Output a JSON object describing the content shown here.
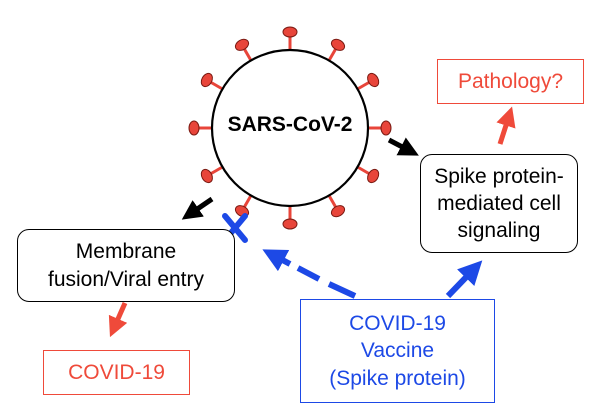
{
  "virus": {
    "label": "SARS-CoV-2",
    "body_color": "#ffffff",
    "outline_color": "#000000",
    "spike_color": "#e8453a"
  },
  "nodes": {
    "pathology": {
      "label": "Pathology?"
    },
    "spike_signaling": {
      "lines": [
        "Spike protein-",
        "mediated cell",
        "signaling"
      ]
    },
    "membrane_fusion": {
      "lines": [
        "Membrane",
        "fusion/Viral entry"
      ]
    },
    "covid19": {
      "label": "COVID-19"
    },
    "vaccine": {
      "lines": [
        "COVID-19",
        "Vaccine",
        "(Spike protein)"
      ]
    }
  },
  "colors": {
    "black": "#000000",
    "red": "#ef4a3a",
    "blue": "#1d49e6"
  },
  "edges": [
    {
      "from": "virus",
      "to": "spike_signaling",
      "color": "black",
      "style": "solid"
    },
    {
      "from": "virus",
      "to": "membrane_fusion",
      "color": "black",
      "style": "solid"
    },
    {
      "from": "spike_signaling",
      "to": "pathology",
      "color": "red",
      "style": "solid"
    },
    {
      "from": "membrane_fusion",
      "to": "covid19",
      "color": "red",
      "style": "solid"
    },
    {
      "from": "vaccine",
      "to": "spike_signaling",
      "color": "blue",
      "style": "solid"
    },
    {
      "from": "vaccine",
      "to": "membrane_fusion",
      "color": "blue",
      "style": "dashed",
      "blocked": true
    }
  ]
}
